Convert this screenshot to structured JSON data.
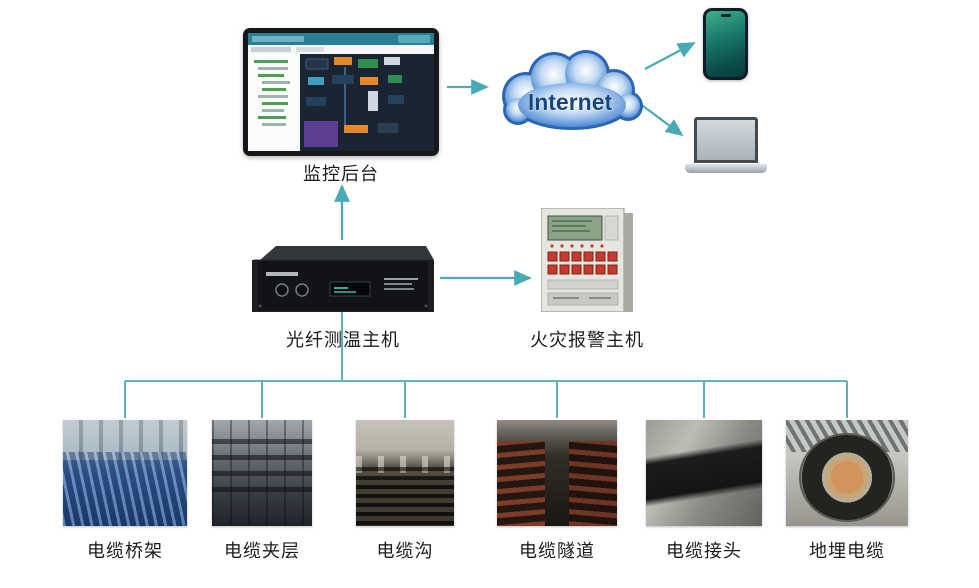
{
  "diagram": {
    "monitor": {
      "label": "监控后台"
    },
    "internet": {
      "label": "Internet"
    },
    "fiber_host": {
      "label": "光纤测温主机"
    },
    "fire_alarm": {
      "label": "火灾报警主机"
    },
    "scenes": [
      {
        "label": "电缆桥架"
      },
      {
        "label": "电缆夹层"
      },
      {
        "label": "电缆沟"
      },
      {
        "label": "电缆隧道"
      },
      {
        "label": "电缆接头"
      },
      {
        "label": "地埋电缆"
      }
    ],
    "colors": {
      "connector": "#49aab6",
      "cloud_blue": "#2e6cba",
      "cloud_text": "#17457e"
    }
  }
}
